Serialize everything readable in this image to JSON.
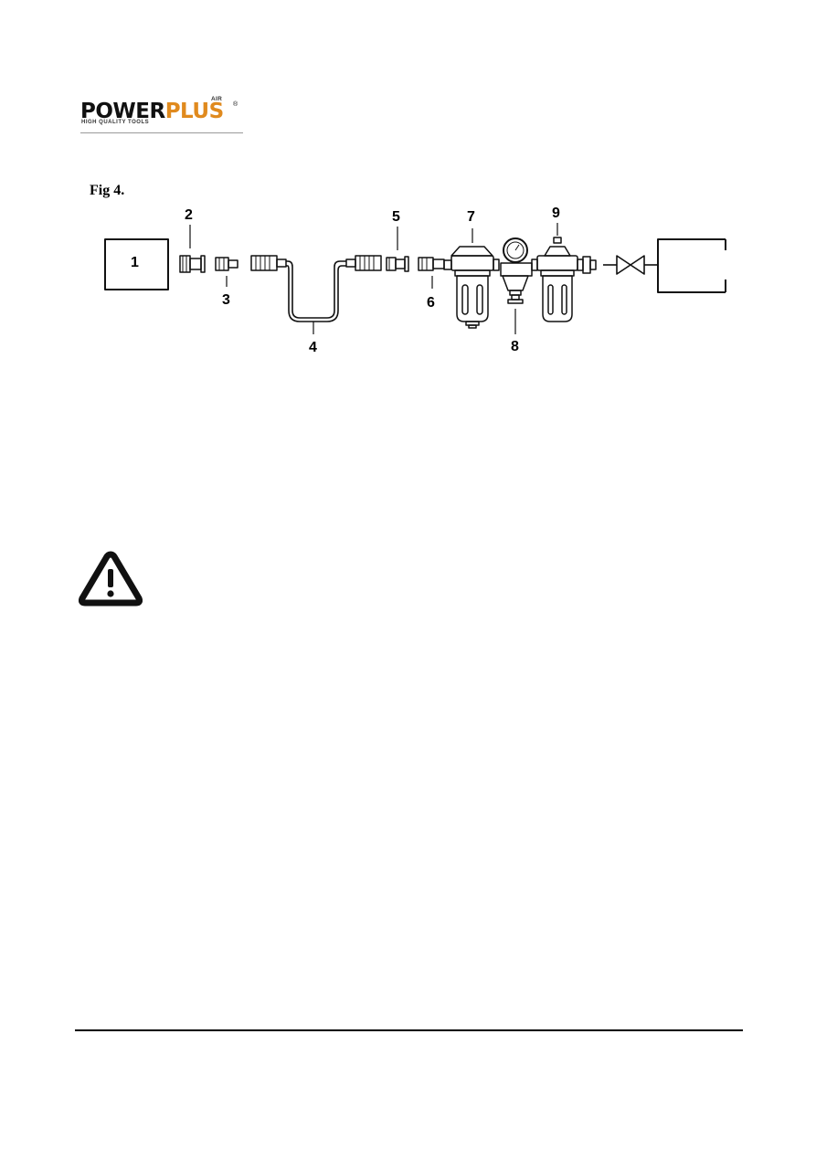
{
  "logo": {
    "brand_part1": "POWER",
    "brand_part2": "PLUS",
    "registered_mark": "®",
    "sub_brand": "AIR",
    "tagline": "HIGH QUALITY TOOLS",
    "colors": {
      "dark": "#111111",
      "accent": "#e08a1e"
    }
  },
  "figure": {
    "label": "Fig 4.",
    "callouts": [
      "1",
      "2",
      "3",
      "4",
      "5",
      "6",
      "7",
      "8",
      "9"
    ]
  },
  "icons": {
    "warning": "warning-triangle-icon"
  }
}
